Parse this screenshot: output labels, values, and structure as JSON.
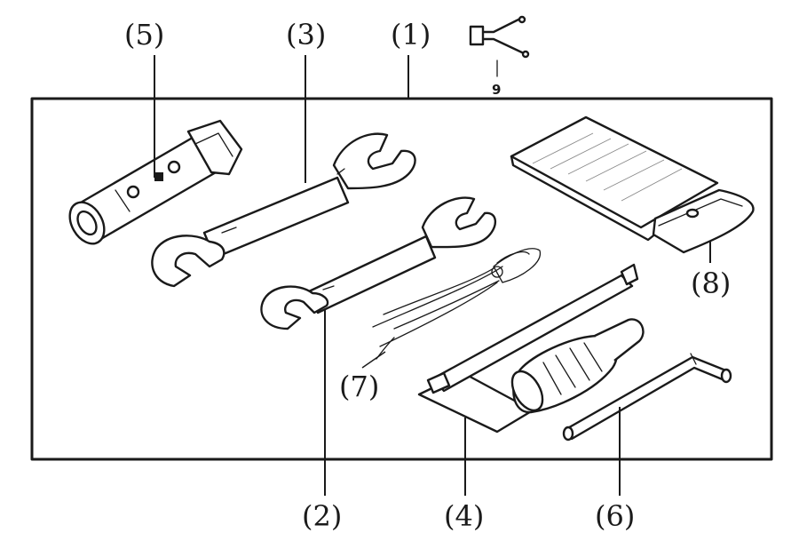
{
  "labels": {
    "tool_kit": "(1)",
    "wrench_small": "(2)",
    "wrench_large": "(3)",
    "screwdriver": "(4)",
    "spark_plug_wrench": "(5)",
    "hex_key": "(6)",
    "pliers": "(7)",
    "tool_bag": "(8)",
    "strap": "9"
  },
  "colors": {
    "ink": "#1a1a1a",
    "background": "#ffffff"
  }
}
